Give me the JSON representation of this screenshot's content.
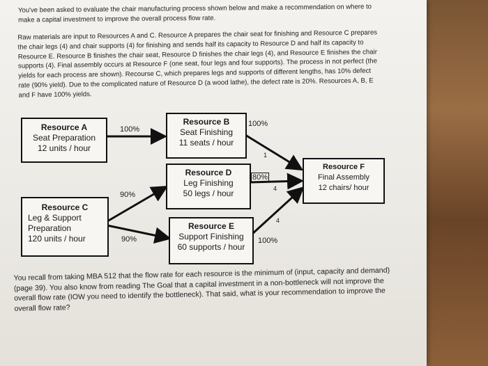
{
  "text": {
    "intro": "You've been asked to evaluate the chair manufacturing process shown below and make a recommendation on where to make a capital investment to improve the overall process flow rate.",
    "description": "Raw materials are input to Resources A and C. Resource A prepares the chair seat for finishing and Resource C prepares the chair legs (4) and chair supports (4) for finishing and sends half its capacity to Resource D and half its capacity to Resource E. Resource B finishes the chair seat, Resource D finishes the chair legs (4), and Resource E finishes the chair supports (4). Final assembly occurs at Resource F (one seat, four legs and four supports). The process in not perfect (the yields for each process are shown). Recourse C, which prepares legs and supports of different lengths, has 10% defect rate (90% yield). Due to the complicated nature of Resource D (a wood lathe), the defect rate is 20%. Resources A, B, E and F have 100% yields.",
    "question": "You recall from taking MBA 512 that the flow rate for each resource is the minimum of (input, capacity and demand) (page 39). You also know from reading The Goal that a capital investment in a non-bottleneck will not improve the overall flow rate (IOW you need to identify the bottleneck). That said, what is your recommendation to improve the overall flow rate?"
  },
  "diagram": {
    "A": {
      "title": "Resource A",
      "line1": "Seat Preparation",
      "line2": "12 units / hour"
    },
    "B": {
      "title": "Resource B",
      "line1": "Seat Finishing",
      "line2": "11 seats / hour"
    },
    "C": {
      "title": "Resource C",
      "line1": "Leg & Support",
      "line2": "Preparation",
      "line3": "120 units / hour"
    },
    "D": {
      "title": "Resource D",
      "line1": "Leg Finishing",
      "line2": "50 legs / hour"
    },
    "E": {
      "title": "Resource E",
      "line1": "Support Finishing",
      "line2": "60 supports / hour"
    },
    "F": {
      "title": "Resource F",
      "line1": "Final Assembly",
      "line2": "12 chairs/ hour"
    },
    "yields": {
      "A_to_B": "100%",
      "B_to_F": "100%",
      "C_to_D": "90%",
      "C_to_E": "90%",
      "D_to_F": "80%",
      "E_to_F": "100%"
    },
    "ratios": {
      "B_to_F": "1",
      "D_to_F": "4",
      "E_to_F": "4"
    }
  }
}
